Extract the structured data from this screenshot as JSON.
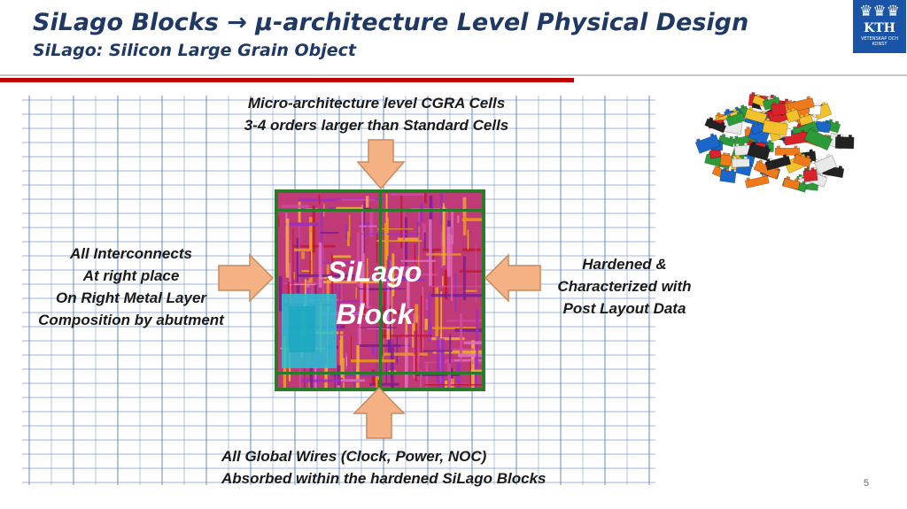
{
  "title": {
    "main": "SiLago Blocks → µ-architecture Level Physical Design",
    "sub": "SiLago: Silicon Large Grain Object"
  },
  "logo": {
    "text": "KTH",
    "tagline": "VETENSKAP OCH KONST"
  },
  "labels": {
    "top": [
      "Micro-architecture level CGRA Cells",
      "3-4 orders larger than Standard Cells"
    ],
    "left": [
      "All Interconnects",
      "At right place",
      "On Right Metal Layer",
      "Composition by abutment"
    ],
    "right": [
      "Hardened  &",
      "Characterized with",
      "Post Layout Data"
    ],
    "bottom": [
      "All Global Wires (Clock, Power, NOC)",
      "Absorbed within the hardened SiLago Blocks"
    ]
  },
  "chip_label": [
    "SiLago",
    "Block"
  ],
  "page_number": "5",
  "colors": {
    "title": "#1f3864",
    "accent_red": "#c00000",
    "arrow_fill": "#f4b183",
    "arrow_stroke": "#c98a5e",
    "grid_line": "#6c8ebf",
    "chip_base": "#c03a78"
  },
  "icons": [
    "kth-logo",
    "lego-bricks-image",
    "silago-chip-layout"
  ]
}
